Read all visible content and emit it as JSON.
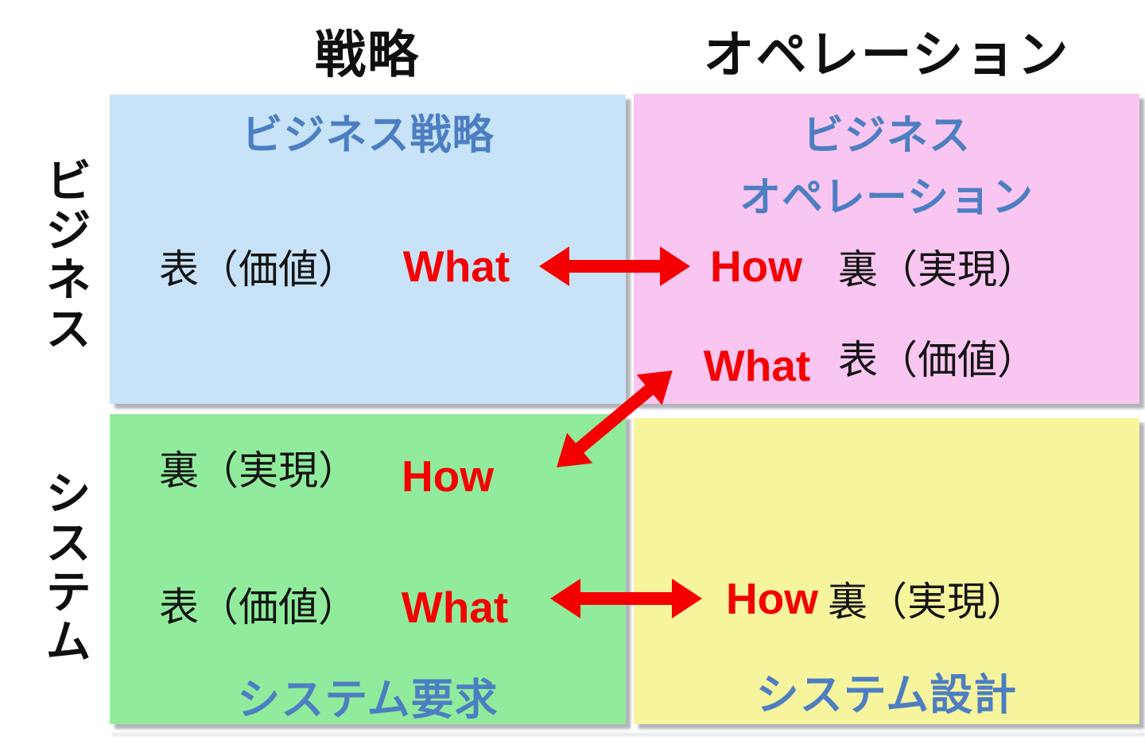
{
  "diagram": {
    "column_headers": {
      "strategy": "戦略",
      "operation": "オペレーション"
    },
    "row_headers": {
      "business": "ビジネス",
      "system": "システム"
    },
    "quadrants": {
      "business_strategy": {
        "title": "ビジネス戦略",
        "front": "表（価値）",
        "what": "What"
      },
      "business_operation": {
        "title_line1": "ビジネス",
        "title_line2": "オペレーション",
        "how": "How",
        "back": "裏（実現）",
        "what": "What",
        "front": "表（価値）"
      },
      "system_requirements": {
        "back": "裏（実現）",
        "how": "How",
        "front": "表（価値）",
        "what": "What",
        "title": "システム要求"
      },
      "system_design": {
        "how": "How",
        "back": "裏（実現）",
        "title": "システム設計"
      }
    },
    "colors": {
      "quadrant_business_strategy": "#c8e3f8",
      "quadrant_business_operation": "#f8c6f1",
      "quadrant_system_requirements": "#90ec9c",
      "quadrant_system_design": "#f6f49d",
      "title_blue": "#4d7ec2",
      "arrow_red": "#f50000",
      "text_black": "#141414"
    }
  }
}
